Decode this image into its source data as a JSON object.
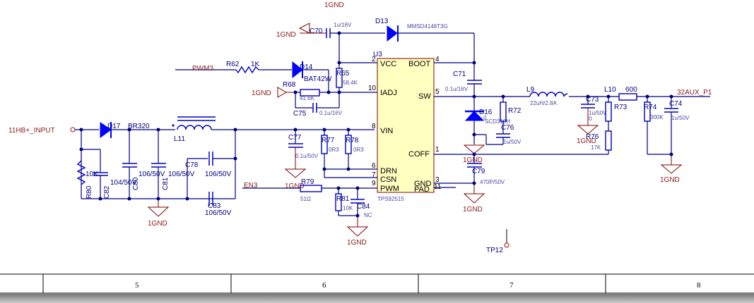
{
  "ground_label": "1GND",
  "nets": {
    "input": "11HB+_INPUT",
    "pwm": "PWM3",
    "enable": "EN3",
    "output": "32AUX_P1"
  },
  "ic": {
    "ref": "U3",
    "part": "TPS92515",
    "pins_left": [
      {
        "num": "2",
        "name": "VCC"
      },
      {
        "num": "10",
        "name": "IADJ"
      },
      {
        "num": "8",
        "name": "VIN"
      },
      {
        "num": "6",
        "name": "DRN"
      },
      {
        "num": "7",
        "name": "CSN"
      },
      {
        "num": "9",
        "name": "PWM"
      }
    ],
    "pins_right": [
      {
        "num": "4",
        "name": "BOOT"
      },
      {
        "num": "5",
        "name": "SW"
      },
      {
        "num": "1",
        "name": "COFF"
      },
      {
        "num": "3",
        "name": "GND"
      },
      {
        "num": "11",
        "name": "PAD"
      }
    ]
  },
  "components": {
    "D17": {
      "ref": "D17",
      "value": "BR320"
    },
    "L11": {
      "ref": "L11"
    },
    "R80": {
      "ref": "R80",
      "value": "10K"
    },
    "C82": {
      "ref": "C82",
      "value": "104/50V"
    },
    "C80": {
      "ref": "C80",
      "value": "106/50V"
    },
    "C81": {
      "ref": "C81",
      "value": "106/50V"
    },
    "C78": {
      "ref": "C78",
      "value": "106/50V"
    },
    "C83": {
      "ref": "C83",
      "value": "106/50V"
    },
    "R62": {
      "ref": "R62",
      "value": "1K"
    },
    "D14": {
      "ref": "D14",
      "value": "BAT42W"
    },
    "C70": {
      "ref": "C70",
      "value": "1u/16V"
    },
    "D13": {
      "ref": "D13",
      "value": "MMSD4148T3G"
    },
    "R65": {
      "ref": "R65",
      "value": "58.4K"
    },
    "R68": {
      "ref": "R68",
      "value": "41.6K"
    },
    "C75": {
      "ref": "C75",
      "value": "0.1u/16V"
    },
    "C77": {
      "ref": "C77",
      "value": "0.1u/50V"
    },
    "R77": {
      "ref": "R77",
      "value": "0R3"
    },
    "R78": {
      "ref": "R78",
      "value": "0R3"
    },
    "R79": {
      "ref": "R79",
      "value": "51Ω"
    },
    "R81": {
      "ref": "R81",
      "value": "10K"
    },
    "C84": {
      "ref": "C84",
      "value": "NC"
    },
    "C71": {
      "ref": "C71",
      "value": "0.1u/16V"
    },
    "D16": {
      "ref": "D16",
      "value": "SCD310H",
      "extra": "0"
    },
    "R72": {
      "ref": "R72"
    },
    "C76": {
      "ref": "C76",
      "value": "1u/50V"
    },
    "C79": {
      "ref": "C79",
      "value": "470P/50V"
    },
    "L9": {
      "ref": "L9",
      "value": "22uH/2.8A"
    },
    "C73": {
      "ref": "C73",
      "value": "1u/50V",
      "extra": "0"
    },
    "R76": {
      "ref": "R76",
      "value": "17K"
    },
    "L10": {
      "ref": "L10",
      "value": "600"
    },
    "R73": {
      "ref": "R73"
    },
    "R74": {
      "ref": "R74",
      "value": "300K"
    },
    "C74": {
      "ref": "C74",
      "value": "1u/50V"
    },
    "TP12": {
      "ref": "TP12"
    }
  },
  "frame": {
    "zones": [
      "5",
      "6",
      "7",
      "8"
    ]
  }
}
